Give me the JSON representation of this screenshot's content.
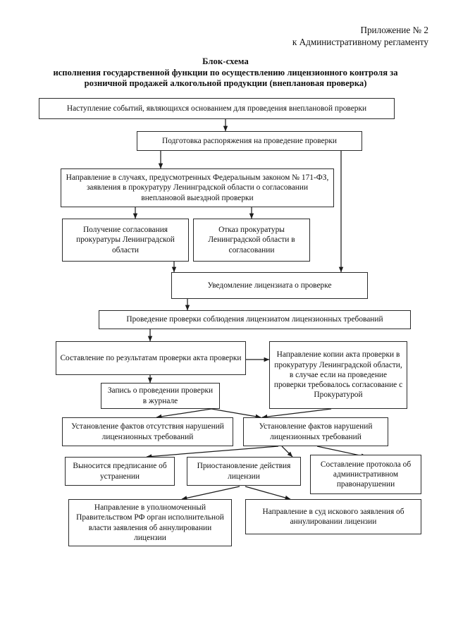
{
  "document": {
    "appendix": {
      "line1": "Приложение № 2",
      "line2": "к Административному регламенту"
    },
    "title": {
      "line1": "Блок-схема",
      "line2": "исполнения государственной функции по осуществлению лицензионного контроля за",
      "line3": "розничной продажей алкогольной продукции  (внеплановая проверка)"
    }
  },
  "flowchart": {
    "type": "flowchart",
    "orientation": "top-down",
    "nodes": [
      {
        "id": "n1",
        "label": "Наступление событий, являющихся основанием для проведения внеплановой проверки"
      },
      {
        "id": "n2",
        "label": "Подготовка распоряжения на проведение проверки"
      },
      {
        "id": "n3",
        "label": "Направление в случаях, предусмотренных Федеральным законом № 171-ФЗ, заявления в прокуратуру Ленинградской области о согласовании внеплановой выездной  проверки"
      },
      {
        "id": "n4",
        "label": "Получение согласования прокуратуры Ленинградской области"
      },
      {
        "id": "n5",
        "label": "Отказ прокуратуры Ленинградской области в согласовании"
      },
      {
        "id": "n6",
        "label": "Уведомление лицензиата о проверке"
      },
      {
        "id": "n7",
        "label": "Проведение проверки соблюдения лицензиатом лицензионных требований"
      },
      {
        "id": "n8",
        "label": "Составление по результатам проверки акта проверки"
      },
      {
        "id": "n9",
        "label": "Направление копии акта проверки в прокуратуру Ленинградской области, в случае если на проведение проверки требовалось согласование с Прокуратурой"
      },
      {
        "id": "n10",
        "label": "Запись о проведении проверки в журнале"
      },
      {
        "id": "n11",
        "label": "Установление фактов отсутствия нарушений лицензионных требований"
      },
      {
        "id": "n12",
        "label": "Установление фактов нарушений лицензионных требований"
      },
      {
        "id": "n13",
        "label": "Выносится предписание об устранении"
      },
      {
        "id": "n14",
        "label": "Приостановление действия лицензии"
      },
      {
        "id": "n15",
        "label": "Составление протокола об административном правонарушении"
      },
      {
        "id": "n16",
        "label": "Направление в уполномоченный Правительством РФ орган исполнительной власти заявления об аннулировании лицензии"
      },
      {
        "id": "n17",
        "label": "Направление в суд искового заявления об аннулировании лицензии"
      }
    ],
    "edges": [
      {
        "from": "n1",
        "to": "n2"
      },
      {
        "from": "n2",
        "to": "n3"
      },
      {
        "from": "n2",
        "to": "n6"
      },
      {
        "from": "n3",
        "to": "n4"
      },
      {
        "from": "n3",
        "to": "n5"
      },
      {
        "from": "n4",
        "to": "n6"
      },
      {
        "from": "n6",
        "to": "n7"
      },
      {
        "from": "n7",
        "to": "n8"
      },
      {
        "from": "n8",
        "to": "n9"
      },
      {
        "from": "n8",
        "to": "n10"
      },
      {
        "from": "n10",
        "to": "n11"
      },
      {
        "from": "n10",
        "to": "n12"
      },
      {
        "from": "n12",
        "to": "n13"
      },
      {
        "from": "n12",
        "to": "n14"
      },
      {
        "from": "n12",
        "to": "n15"
      },
      {
        "from": "n14",
        "to": "n16"
      },
      {
        "from": "n14",
        "to": "n17"
      }
    ],
    "colors": {
      "box_border": "#2b2b2b",
      "box_fill": "#ffffff",
      "connector": "#1c1c1c",
      "text": "#101010"
    }
  }
}
